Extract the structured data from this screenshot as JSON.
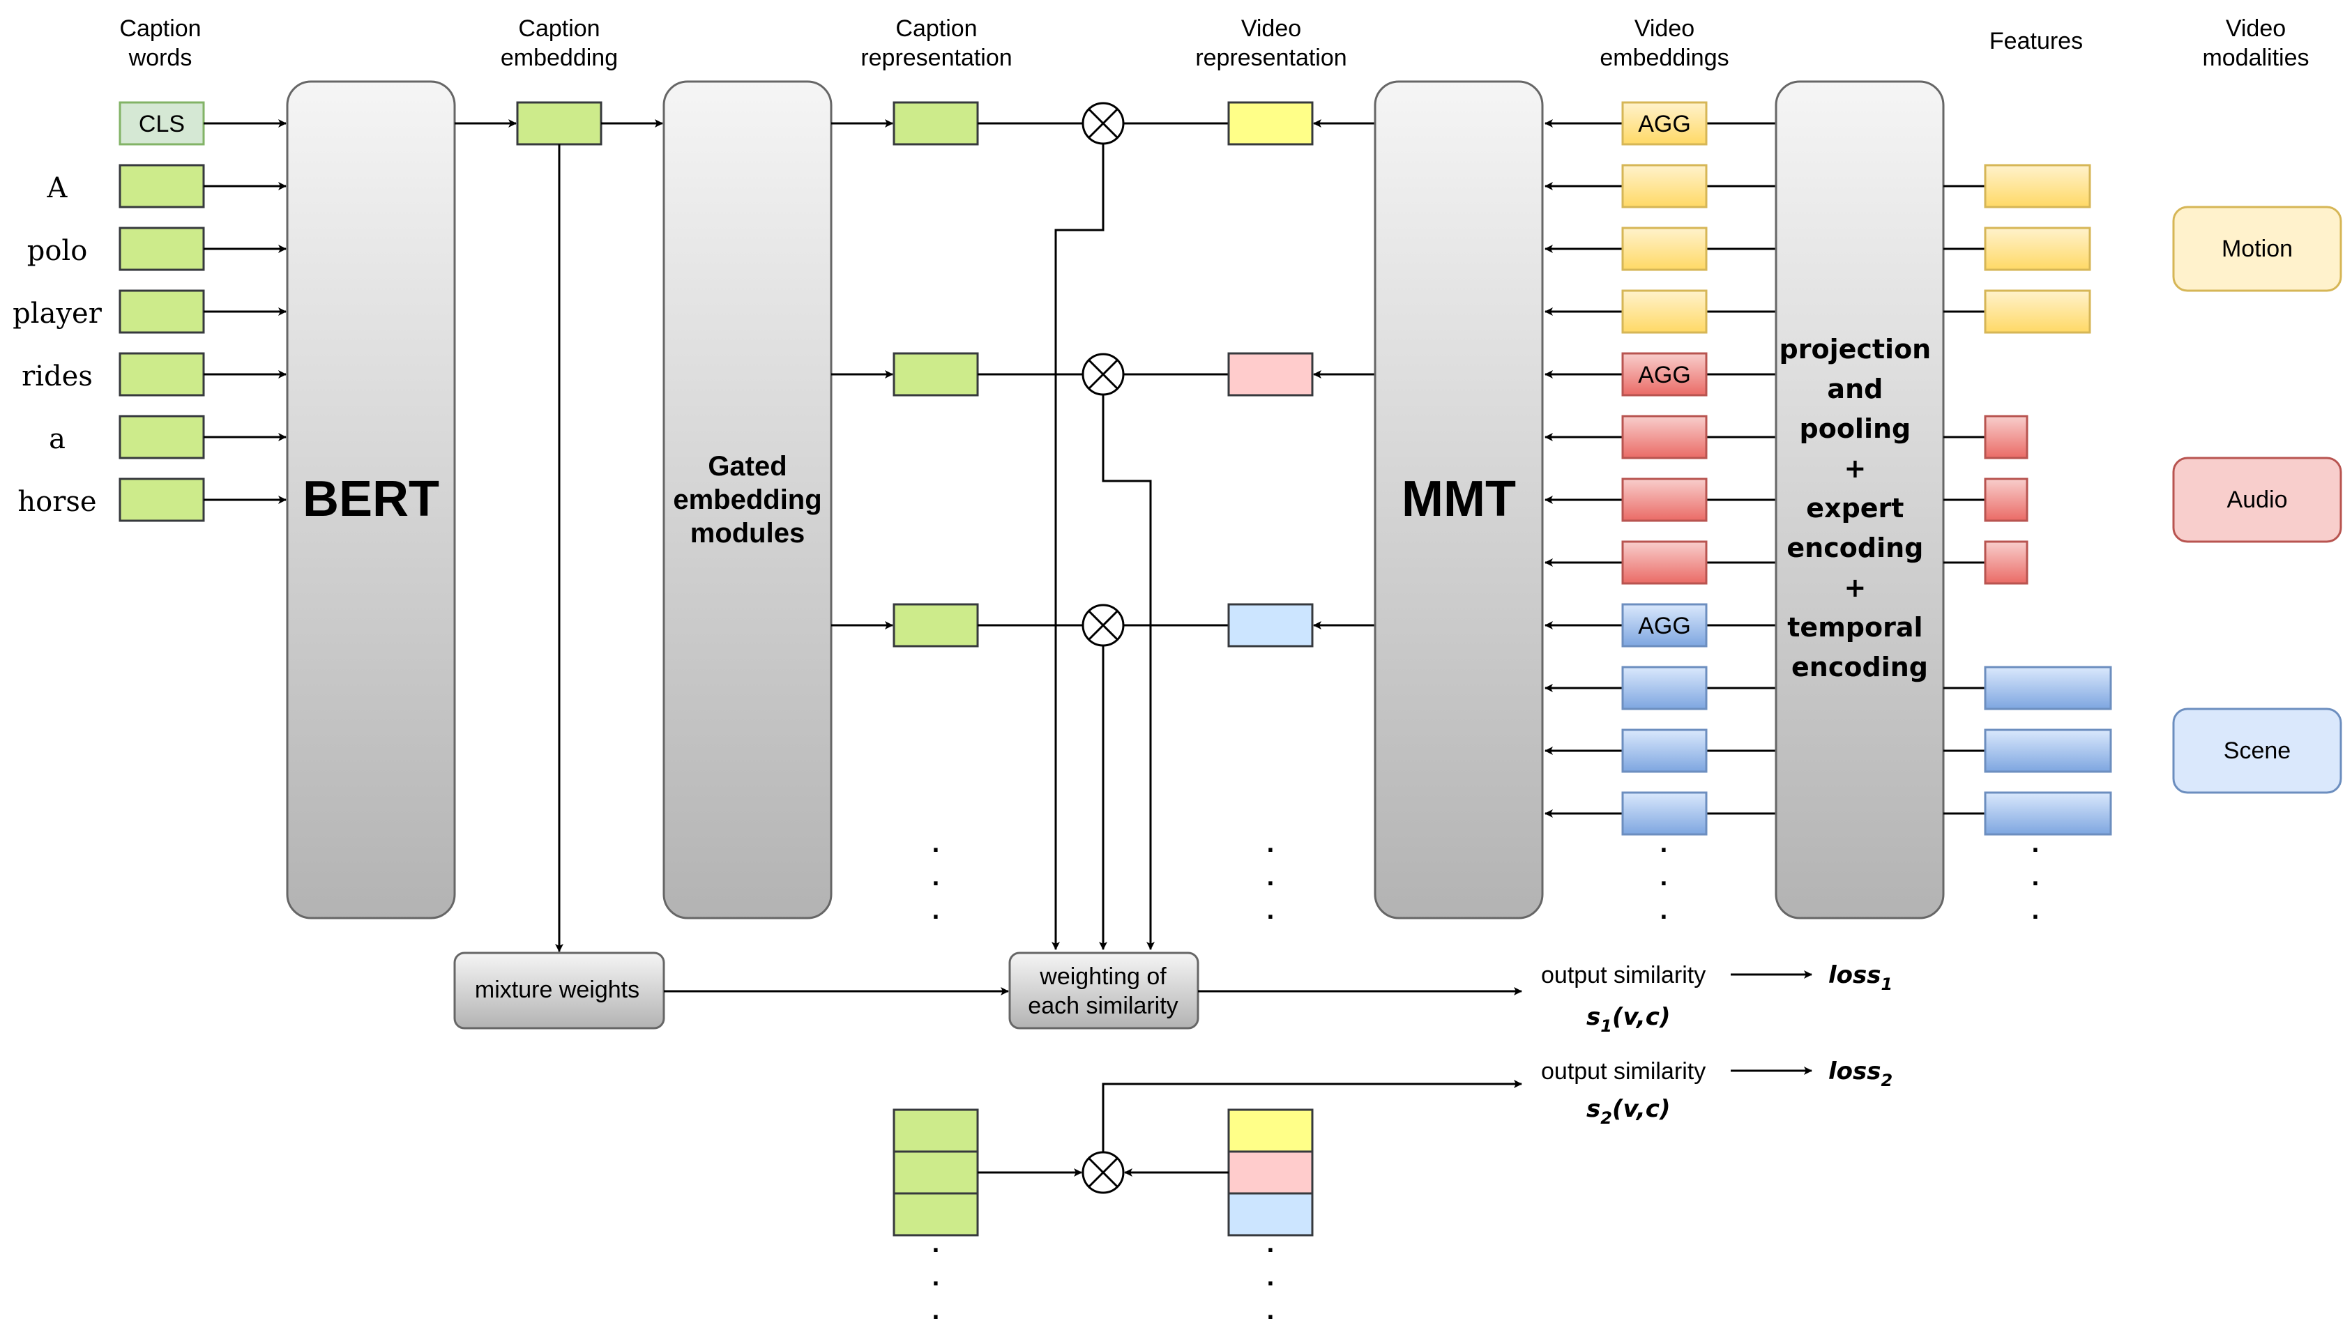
{
  "headers": {
    "caption_words": [
      "Caption",
      "words"
    ],
    "caption_embedding": [
      "Caption",
      "embedding"
    ],
    "caption_representation": [
      "Caption",
      "representation"
    ],
    "video_representation": [
      "Video",
      "representation"
    ],
    "video_embeddings": [
      "Video",
      "embeddings"
    ],
    "features": [
      "Features"
    ],
    "video_modalities": [
      "Video",
      "modalities"
    ]
  },
  "caption_tokens": [
    "CLS",
    "A",
    "polo",
    "player",
    "rides",
    "a",
    "horse"
  ],
  "blocks": {
    "bert": "BERT",
    "gated": [
      "Gated",
      "embedding",
      "modules"
    ],
    "mmt": "MMT",
    "projection": [
      "projection",
      "and",
      "pooling",
      "+",
      "expert",
      "encoding",
      "+",
      "temporal",
      "encoding"
    ]
  },
  "agg_label": "AGG",
  "modalities": [
    {
      "label": "Motion",
      "fill": "#fff2cc",
      "stroke": "#d6b656"
    },
    {
      "label": "Audio",
      "fill": "#f8cecc",
      "stroke": "#b85450"
    },
    {
      "label": "Scene",
      "fill": "#dae8fc",
      "stroke": "#6c8ebf"
    }
  ],
  "mixture_weights": "mixture weights",
  "weighting": [
    "weighting of",
    "each similarity"
  ],
  "outputs": [
    {
      "label": "output similarity",
      "sim": "s",
      "sim_sub": "1",
      "sim_args": "(v,c)",
      "loss": "loss",
      "loss_sub": "1"
    },
    {
      "label": "output similarity",
      "sim": "s",
      "sim_sub": "2",
      "sim_args": "(v,c)",
      "loss": "loss",
      "loss_sub": "2"
    }
  ],
  "ellipsis": "·",
  "colors": {
    "caption_green": "#cdeb8b",
    "cls_green": "#d5e8d4",
    "motion_yellow": "#ffd966",
    "audio_red": "#ea6b66",
    "scene_blue": "#a9c4eb",
    "video_rep_yellow": "#ffff88",
    "video_rep_red": "#ffcccc",
    "video_rep_blue": "#cce5ff"
  }
}
